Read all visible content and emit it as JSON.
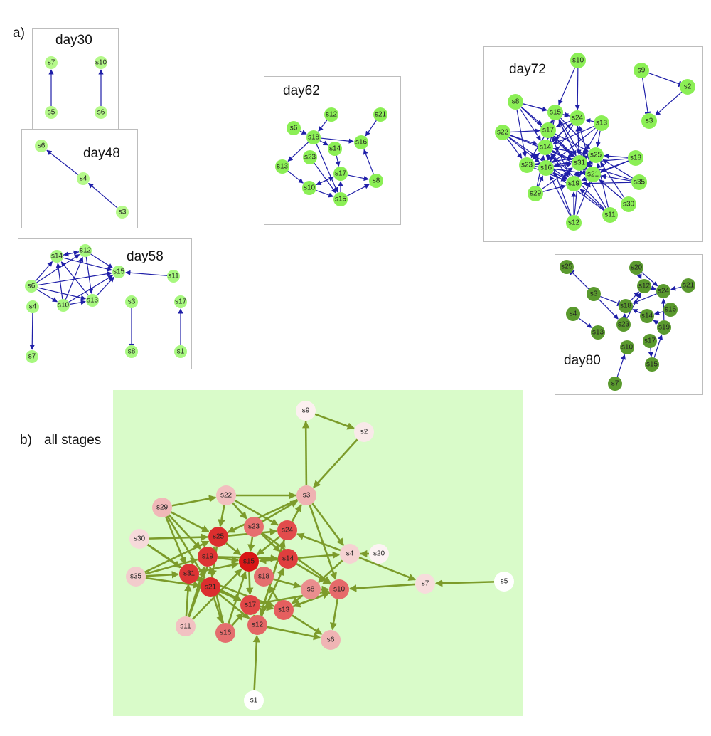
{
  "panel_a": {
    "letter": "a)"
  },
  "panel_b": {
    "letter": "b)",
    "title": "all stages"
  },
  "colors": {
    "edge_stage": "#1f1fa8",
    "edge_all": "#7c9b2a",
    "node_light": "#b5f98a",
    "node_mid": "#8bef55",
    "node_dark": "#5a9a2e",
    "panel_b_bg": "#d9fbc9"
  },
  "stages": [
    {
      "id": "day30",
      "title": "day30",
      "color": "#b5f98a",
      "nodes": [
        "s7",
        "s10",
        "s5",
        "s6"
      ],
      "edges": [
        [
          "s5",
          "s7",
          "arrow"
        ],
        [
          "s6",
          "s10",
          "arrow"
        ]
      ]
    },
    {
      "id": "day48",
      "title": "day48",
      "color": "#b5f98a",
      "nodes": [
        "s6",
        "s4",
        "s3"
      ],
      "edges": [
        [
          "s4",
          "s6",
          "arrow"
        ],
        [
          "s3",
          "s4",
          "arrow"
        ]
      ]
    },
    {
      "id": "day58",
      "title": "day58",
      "color": "#a7f87f",
      "nodes": [
        "s14",
        "s12",
        "s15",
        "s11",
        "s6",
        "s10",
        "s13",
        "s4",
        "s3",
        "s17",
        "s7",
        "s8",
        "s1"
      ],
      "edges": [
        [
          "s6",
          "s14",
          "arrow"
        ],
        [
          "s6",
          "s12",
          "arrow"
        ],
        [
          "s6",
          "s15",
          "arrow"
        ],
        [
          "s6",
          "s10",
          "arrow"
        ],
        [
          "s6",
          "s13",
          "arrow"
        ],
        [
          "s14",
          "s12",
          "arrow"
        ],
        [
          "s12",
          "s14",
          "arrow"
        ],
        [
          "s14",
          "s15",
          "arrow"
        ],
        [
          "s12",
          "s15",
          "arrow"
        ],
        [
          "s12",
          "s13",
          "arrow"
        ],
        [
          "s10",
          "s14",
          "arrow"
        ],
        [
          "s10",
          "s12",
          "arrow"
        ],
        [
          "s10",
          "s15",
          "arrow"
        ],
        [
          "s10",
          "s13",
          "arrow"
        ],
        [
          "s13",
          "s15",
          "arrow"
        ],
        [
          "s13",
          "s14",
          "arrow"
        ],
        [
          "s11",
          "s15",
          "arrow"
        ],
        [
          "s4",
          "s7",
          "arrow"
        ],
        [
          "s3",
          "s8",
          "inhibit"
        ],
        [
          "s1",
          "s17",
          "arrow"
        ]
      ]
    },
    {
      "id": "day62",
      "title": "day62",
      "color": "#8bef55",
      "nodes": [
        "s12",
        "s21",
        "s6",
        "s18",
        "s16",
        "s14",
        "s23",
        "s13",
        "s17",
        "s8",
        "s10",
        "s15"
      ],
      "edges": [
        [
          "s12",
          "s18",
          "arrow"
        ],
        [
          "s6",
          "s18",
          "arrow"
        ],
        [
          "s18",
          "s16",
          "arrow"
        ],
        [
          "s21",
          "s16",
          "arrow"
        ],
        [
          "s18",
          "s14",
          "arrow"
        ],
        [
          "s18",
          "s13",
          "arrow"
        ],
        [
          "s14",
          "s17",
          "arrow"
        ],
        [
          "s18",
          "s15",
          "arrow"
        ],
        [
          "s23",
          "s15",
          "arrow"
        ],
        [
          "s13",
          "s10",
          "arrow"
        ],
        [
          "s10",
          "s17",
          "arrow"
        ],
        [
          "s17",
          "s8",
          "arrow"
        ],
        [
          "s8",
          "s16",
          "arrow"
        ],
        [
          "s10",
          "s15",
          "arrow"
        ],
        [
          "s15",
          "s17",
          "arrow"
        ],
        [
          "s15",
          "s8",
          "arrow"
        ],
        [
          "s17",
          "s10",
          "arrow"
        ]
      ]
    },
    {
      "id": "day72",
      "title": "day72",
      "color": "#8bef55",
      "nodes": [
        "s10",
        "s9",
        "s2",
        "s8",
        "s15",
        "s24",
        "s13",
        "s17",
        "s3",
        "s22",
        "s14",
        "s25",
        "s18",
        "s23",
        "s16",
        "s31",
        "s21",
        "s19",
        "s35",
        "s29",
        "s30",
        "s11",
        "s12"
      ],
      "edges": [
        [
          "s10",
          "s15",
          "arrow"
        ],
        [
          "s10",
          "s24",
          "arrow"
        ],
        [
          "s9",
          "s2",
          "inhibit"
        ],
        [
          "s9",
          "s3",
          "inhibit"
        ],
        [
          "s2",
          "s3",
          "arrow"
        ],
        [
          "s8",
          "s15",
          "arrow"
        ],
        [
          "s8",
          "s17",
          "arrow"
        ],
        [
          "s8",
          "s14",
          "arrow"
        ],
        [
          "s8",
          "s23",
          "arrow"
        ],
        [
          "s8",
          "s31",
          "arrow"
        ],
        [
          "s8",
          "s24",
          "arrow"
        ],
        [
          "s22",
          "s17",
          "arrow"
        ],
        [
          "s22",
          "s14",
          "arrow"
        ],
        [
          "s22",
          "s23",
          "arrow"
        ],
        [
          "s22",
          "s16",
          "arrow"
        ],
        [
          "s22",
          "s19",
          "arrow"
        ],
        [
          "s22",
          "s31",
          "arrow"
        ],
        [
          "s15",
          "s14",
          "arrow"
        ],
        [
          "s15",
          "s31",
          "arrow"
        ],
        [
          "s15",
          "s16",
          "arrow"
        ],
        [
          "s15",
          "s21",
          "arrow"
        ],
        [
          "s15",
          "s25",
          "arrow"
        ],
        [
          "s24",
          "s17",
          "arrow"
        ],
        [
          "s24",
          "s14",
          "arrow"
        ],
        [
          "s24",
          "s31",
          "arrow"
        ],
        [
          "s24",
          "s23",
          "arrow"
        ],
        [
          "s24",
          "s16",
          "arrow"
        ],
        [
          "s24",
          "s15",
          "arrow"
        ],
        [
          "s13",
          "s24",
          "arrow"
        ],
        [
          "s13",
          "s31",
          "arrow"
        ],
        [
          "s13",
          "s25",
          "arrow"
        ],
        [
          "s13",
          "s14",
          "arrow"
        ],
        [
          "s13",
          "s16",
          "arrow"
        ],
        [
          "s17",
          "s31",
          "arrow"
        ],
        [
          "s17",
          "s23",
          "arrow"
        ],
        [
          "s17",
          "s19",
          "arrow"
        ],
        [
          "s17",
          "s25",
          "arrow"
        ],
        [
          "s17",
          "s15",
          "arrow"
        ],
        [
          "s14",
          "s31",
          "arrow"
        ],
        [
          "s14",
          "s21",
          "arrow"
        ],
        [
          "s14",
          "s19",
          "arrow"
        ],
        [
          "s14",
          "s25",
          "arrow"
        ],
        [
          "s14",
          "s24",
          "arrow"
        ],
        [
          "s23",
          "s31",
          "arrow"
        ],
        [
          "s23",
          "s21",
          "arrow"
        ],
        [
          "s23",
          "s19",
          "arrow"
        ],
        [
          "s23",
          "s14",
          "arrow"
        ],
        [
          "s23",
          "s25",
          "arrow"
        ],
        [
          "s16",
          "s31",
          "arrow"
        ],
        [
          "s16",
          "s19",
          "arrow"
        ],
        [
          "s16",
          "s21",
          "arrow"
        ],
        [
          "s16",
          "s25",
          "arrow"
        ],
        [
          "s25",
          "s14",
          "arrow"
        ],
        [
          "s25",
          "s16",
          "arrow"
        ],
        [
          "s31",
          "s24",
          "arrow"
        ],
        [
          "s31",
          "s15",
          "arrow"
        ],
        [
          "s21",
          "s24",
          "arrow"
        ],
        [
          "s21",
          "s17",
          "arrow"
        ],
        [
          "s18",
          "s25",
          "arrow"
        ],
        [
          "s18",
          "s21",
          "arrow"
        ],
        [
          "s18",
          "s31",
          "arrow"
        ],
        [
          "s18",
          "s19",
          "arrow"
        ],
        [
          "s35",
          "s21",
          "arrow"
        ],
        [
          "s35",
          "s31",
          "arrow"
        ],
        [
          "s35",
          "s25",
          "arrow"
        ],
        [
          "s35",
          "s19",
          "arrow"
        ],
        [
          "s29",
          "s19",
          "arrow"
        ],
        [
          "s29",
          "s31",
          "arrow"
        ],
        [
          "s29",
          "s14",
          "arrow"
        ],
        [
          "s29",
          "s16",
          "arrow"
        ],
        [
          "s30",
          "s21",
          "arrow"
        ],
        [
          "s30",
          "s25",
          "arrow"
        ],
        [
          "s30",
          "s31",
          "arrow"
        ],
        [
          "s11",
          "s31",
          "arrow"
        ],
        [
          "s11",
          "s19",
          "arrow"
        ],
        [
          "s11",
          "s25",
          "arrow"
        ],
        [
          "s11",
          "s16",
          "arrow"
        ],
        [
          "s11",
          "s14",
          "arrow"
        ],
        [
          "s12",
          "s19",
          "arrow"
        ],
        [
          "s12",
          "s31",
          "arrow"
        ],
        [
          "s12",
          "s16",
          "arrow"
        ],
        [
          "s12",
          "s14",
          "arrow"
        ],
        [
          "s12",
          "s21",
          "arrow"
        ],
        [
          "s19",
          "s25",
          "arrow"
        ],
        [
          "s19",
          "s31",
          "arrow"
        ],
        [
          "s21",
          "s31",
          "arrow"
        ]
      ]
    },
    {
      "id": "day80",
      "title": "day80",
      "color": "#5a9a2e",
      "nodes": [
        "s25",
        "s20",
        "s3",
        "s12",
        "s24",
        "s21",
        "s18",
        "s4",
        "s14",
        "s16",
        "s13",
        "s23",
        "s19",
        "s17",
        "s10",
        "s15",
        "s7"
      ],
      "edges": [
        [
          "s3",
          "s25",
          "inhibit"
        ],
        [
          "s3",
          "s18",
          "inhibit"
        ],
        [
          "s3",
          "s23",
          "arrow"
        ],
        [
          "s20",
          "s12",
          "arrow"
        ],
        [
          "s20",
          "s24",
          "arrow"
        ],
        [
          "s12",
          "s24",
          "arrow"
        ],
        [
          "s21",
          "s24",
          "arrow"
        ],
        [
          "s24",
          "s18",
          "arrow"
        ],
        [
          "s18",
          "s12",
          "arrow"
        ],
        [
          "s23",
          "s12",
          "arrow"
        ],
        [
          "s23",
          "s18",
          "arrow"
        ],
        [
          "s16",
          "s14",
          "arrow"
        ],
        [
          "s14",
          "s18",
          "arrow"
        ],
        [
          "s4",
          "s13",
          "arrow"
        ],
        [
          "s19",
          "s24",
          "arrow"
        ],
        [
          "s19",
          "s14",
          "arrow"
        ],
        [
          "s17",
          "s15",
          "arrow"
        ],
        [
          "s15",
          "s19",
          "arrow"
        ],
        [
          "s7",
          "s10",
          "arrow"
        ]
      ]
    }
  ],
  "all_stages": {
    "nodes": [
      {
        "id": "s9",
        "shade": "#fcf0f0"
      },
      {
        "id": "s2",
        "shade": "#f9e9e9"
      },
      {
        "id": "s3",
        "shade": "#efb2b2"
      },
      {
        "id": "s22",
        "shade": "#f2bfbf"
      },
      {
        "id": "s29",
        "shade": "#f0b8b8"
      },
      {
        "id": "s23",
        "shade": "#e66f6f"
      },
      {
        "id": "s25",
        "shade": "#db2e2e"
      },
      {
        "id": "s24",
        "shade": "#e24c4c"
      },
      {
        "id": "s30",
        "shade": "#f6dada"
      },
      {
        "id": "s19",
        "shade": "#dd3434"
      },
      {
        "id": "s15",
        "shade": "#d81616"
      },
      {
        "id": "s14",
        "shade": "#df3e3e"
      },
      {
        "id": "s4",
        "shade": "#f5d2d2"
      },
      {
        "id": "s20",
        "shade": "#fcf3f3"
      },
      {
        "id": "s35",
        "shade": "#f2cccc"
      },
      {
        "id": "s31",
        "shade": "#dc3434"
      },
      {
        "id": "s18",
        "shade": "#e56e6e"
      },
      {
        "id": "s21",
        "shade": "#db2e2e"
      },
      {
        "id": "s8",
        "shade": "#ea8e8e"
      },
      {
        "id": "s10",
        "shade": "#e66a6a"
      },
      {
        "id": "s7",
        "shade": "#f7dcdc"
      },
      {
        "id": "s5",
        "shade": "#ffffff"
      },
      {
        "id": "s17",
        "shade": "#e04646"
      },
      {
        "id": "s13",
        "shade": "#e55f5f"
      },
      {
        "id": "s11",
        "shade": "#f2c2c2"
      },
      {
        "id": "s16",
        "shade": "#e46e6e"
      },
      {
        "id": "s12",
        "shade": "#e36565"
      },
      {
        "id": "s6",
        "shade": "#f0b4b4"
      },
      {
        "id": "s1",
        "shade": "#ffffff"
      }
    ],
    "edges": [
      [
        "s9",
        "s2"
      ],
      [
        "s2",
        "s3"
      ],
      [
        "s3",
        "s9"
      ],
      [
        "s29",
        "s22"
      ],
      [
        "s22",
        "s3"
      ],
      [
        "s29",
        "s25"
      ],
      [
        "s29",
        "s31"
      ],
      [
        "s29",
        "s19"
      ],
      [
        "s29",
        "s21"
      ],
      [
        "s22",
        "s23"
      ],
      [
        "s22",
        "s25"
      ],
      [
        "s30",
        "s25"
      ],
      [
        "s30",
        "s31"
      ],
      [
        "s30",
        "s21"
      ],
      [
        "s35",
        "s25"
      ],
      [
        "s35",
        "s31"
      ],
      [
        "s35",
        "s19"
      ],
      [
        "s35",
        "s21"
      ],
      [
        "s23",
        "s3"
      ],
      [
        "s24",
        "s3"
      ],
      [
        "s3",
        "s4"
      ],
      [
        "s3",
        "s10"
      ],
      [
        "s4",
        "s24"
      ],
      [
        "s4",
        "s8"
      ],
      [
        "s4",
        "s7"
      ],
      [
        "s20",
        "s4"
      ],
      [
        "s5",
        "s7"
      ],
      [
        "s7",
        "s10"
      ],
      [
        "s10",
        "s6"
      ],
      [
        "s13",
        "s6"
      ],
      [
        "s12",
        "s6"
      ],
      [
        "s1",
        "s12"
      ],
      [
        "s25",
        "s15"
      ],
      [
        "s19",
        "s15"
      ],
      [
        "s14",
        "s15"
      ],
      [
        "s15",
        "s17"
      ],
      [
        "s15",
        "s18"
      ],
      [
        "s25",
        "s24"
      ],
      [
        "s23",
        "s14"
      ],
      [
        "s31",
        "s17"
      ],
      [
        "s21",
        "s12"
      ],
      [
        "s11",
        "s31"
      ],
      [
        "s11",
        "s19"
      ],
      [
        "s11",
        "s25"
      ],
      [
        "s16",
        "s19"
      ],
      [
        "s16",
        "s15"
      ],
      [
        "s12",
        "s14"
      ],
      [
        "s12",
        "s24"
      ],
      [
        "s13",
        "s18"
      ],
      [
        "s8",
        "s13"
      ],
      [
        "s10",
        "s13"
      ],
      [
        "s17",
        "s13"
      ],
      [
        "s18",
        "s8"
      ],
      [
        "s31",
        "s15"
      ],
      [
        "s21",
        "s17"
      ],
      [
        "s19",
        "s14"
      ],
      [
        "s23",
        "s15"
      ],
      [
        "s24",
        "s15"
      ],
      [
        "s25",
        "s21"
      ],
      [
        "s22",
        "s24"
      ],
      [
        "s16",
        "s17"
      ],
      [
        "s12",
        "s17"
      ],
      [
        "s14",
        "s10"
      ],
      [
        "s8",
        "s10"
      ],
      [
        "s13",
        "s10"
      ],
      [
        "s17",
        "s10"
      ],
      [
        "s14",
        "s4"
      ],
      [
        "s3",
        "s25"
      ],
      [
        "s31",
        "s13"
      ],
      [
        "s21",
        "s16"
      ],
      [
        "s11",
        "s15"
      ],
      [
        "s23",
        "s10"
      ],
      [
        "s24",
        "s12"
      ]
    ]
  }
}
